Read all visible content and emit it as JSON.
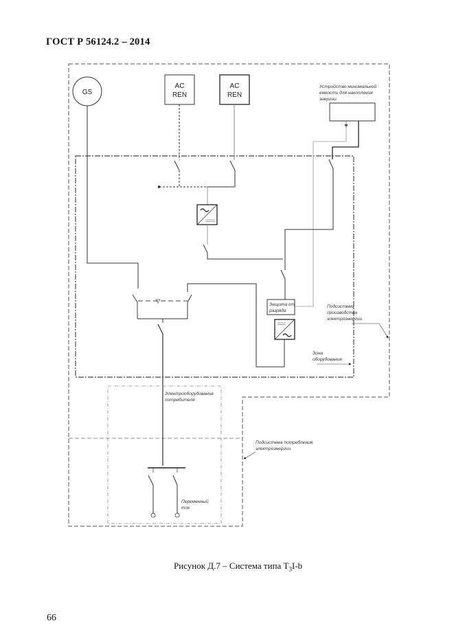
{
  "header": {
    "title": "ГОСТ Р 56124.2  – 2014"
  },
  "figure": {
    "caption_prefix": "Рисунок Д.7 – Система типа T",
    "caption_sub": "3",
    "caption_suffix": "I-b"
  },
  "page_number": "66",
  "diagram": {
    "generator_label": "GS",
    "ren_boxes": [
      {
        "line1": "AC",
        "line2": "REN"
      },
      {
        "line1": "AC",
        "line2": "REN"
      }
    ],
    "storage_label": [
      "Устройство минимальной",
      "емкости для накопления",
      "энергии"
    ],
    "protection_label": [
      "Защита от",
      "разряда"
    ],
    "production_subsystem_label": [
      "Подсистема",
      "производства",
      "электроэнергии"
    ],
    "equipment_zone_label": [
      "Зона",
      "оборудования"
    ],
    "consumer_equipment_label": [
      "Электрооборудование",
      "потребителя"
    ],
    "consumption_subsystem_label": [
      "Подсистема потребления",
      "электроэнергии"
    ],
    "ac_label": [
      "Переменный",
      "ток"
    ]
  }
}
